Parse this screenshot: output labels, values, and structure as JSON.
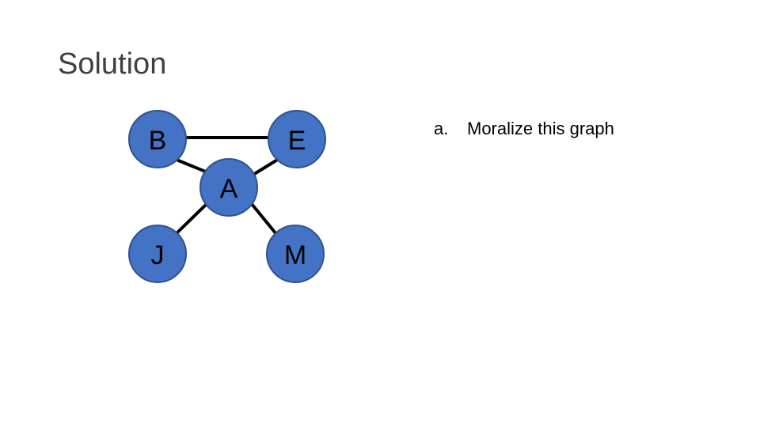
{
  "slide": {
    "title": "Solution"
  },
  "graph": {
    "node_color": "#4472c4",
    "node_border_color": "#2f528f",
    "edge_color": "#000000",
    "nodes": {
      "B": "B",
      "E": "E",
      "A": "A",
      "J": "J",
      "M": "M"
    },
    "edges": [
      [
        "B",
        "E"
      ],
      [
        "B",
        "A"
      ],
      [
        "E",
        "A"
      ],
      [
        "J",
        "A"
      ],
      [
        "M",
        "A"
      ]
    ]
  },
  "tasks": {
    "item_a_marker": "a.",
    "item_a_text": "Moralize this graph"
  }
}
